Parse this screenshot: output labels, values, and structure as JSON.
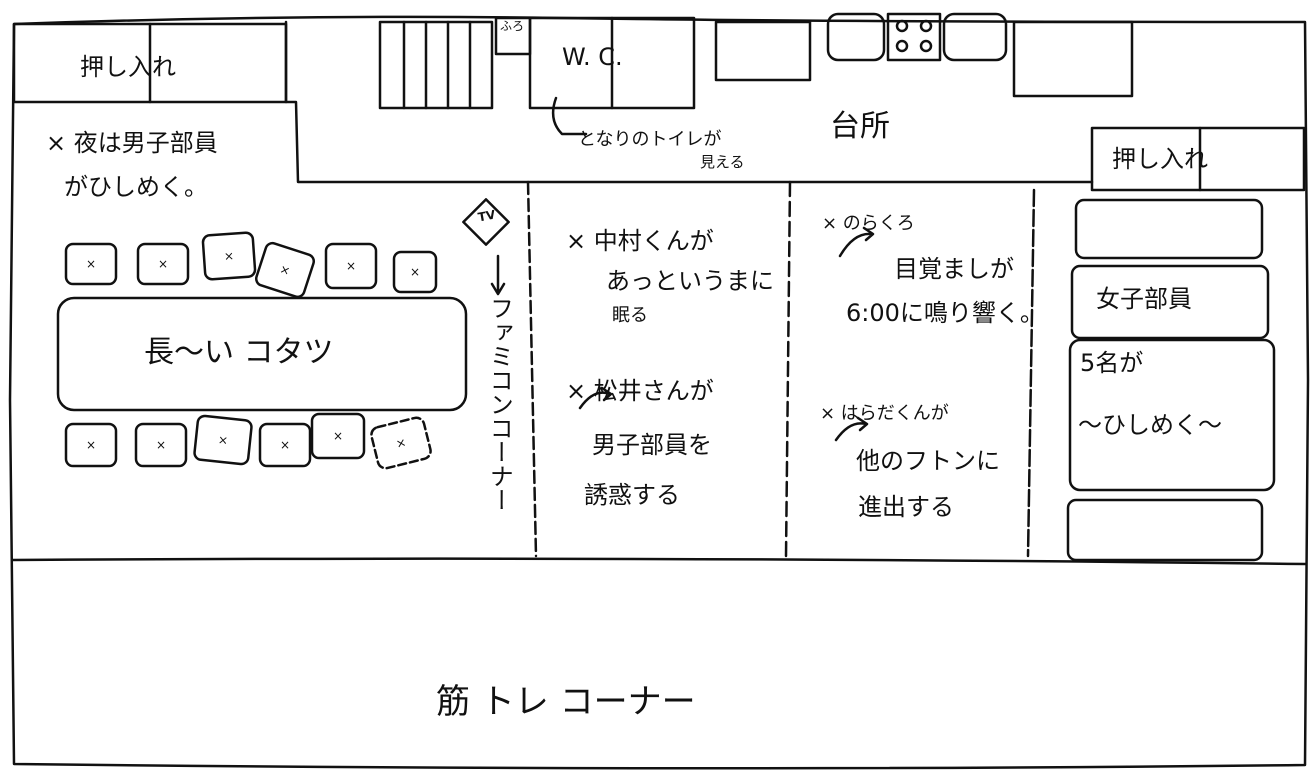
{
  "rooms": {
    "closet_left": "押し入れ",
    "closet_right": "押し入れ",
    "kitchen": "台所",
    "wc": "W. C.",
    "furo": "ふろ",
    "kotatsu": "長〜い コタツ",
    "tv": "TV",
    "famicom": "ファミコンコーナー",
    "girls_area": [
      "女子部員",
      "5名が",
      "〜ひしめく〜"
    ],
    "training": "筋 トレ コーナー"
  },
  "notes": {
    "boys_crowd": [
      "× 夜は男子部員",
      "がひしめく。"
    ],
    "toilet_visible": [
      "となりのトイレが",
      "見える"
    ],
    "nakamura": [
      "× 中村くんが",
      "あっというまに",
      "眠る"
    ],
    "matsui": [
      "× 松井さんが",
      "男子部員を",
      "誘惑する"
    ],
    "norakuro": [
      "× のらくろ",
      "目覚ましが",
      "6:00に鳴り響く。"
    ],
    "harada": [
      "× はらだくんが",
      "他のフトンに",
      "進出する"
    ],
    "cushion_mark": "×"
  }
}
